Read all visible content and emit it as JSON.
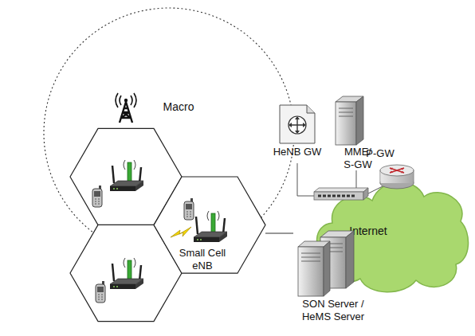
{
  "diagram": {
    "nodes": [
      {
        "text": [
          "Macro"
        ]
      },
      {
        "text": [
          "Small Cell eNB"
        ]
      },
      {
        "text": [
          "HeNB GW"
        ]
      },
      {
        "text": [
          "MME/ S-GW"
        ]
      },
      {
        "text": [
          "P-GW"
        ]
      },
      {
        "text": [
          "Internet"
        ]
      },
      {
        "text": [
          "SON Server / HeMS Server"
        ]
      }
    ],
    "edges": [
      {
        "from": 1,
        "to": 6,
        "arrow": "none"
      }
    ]
  }
}
